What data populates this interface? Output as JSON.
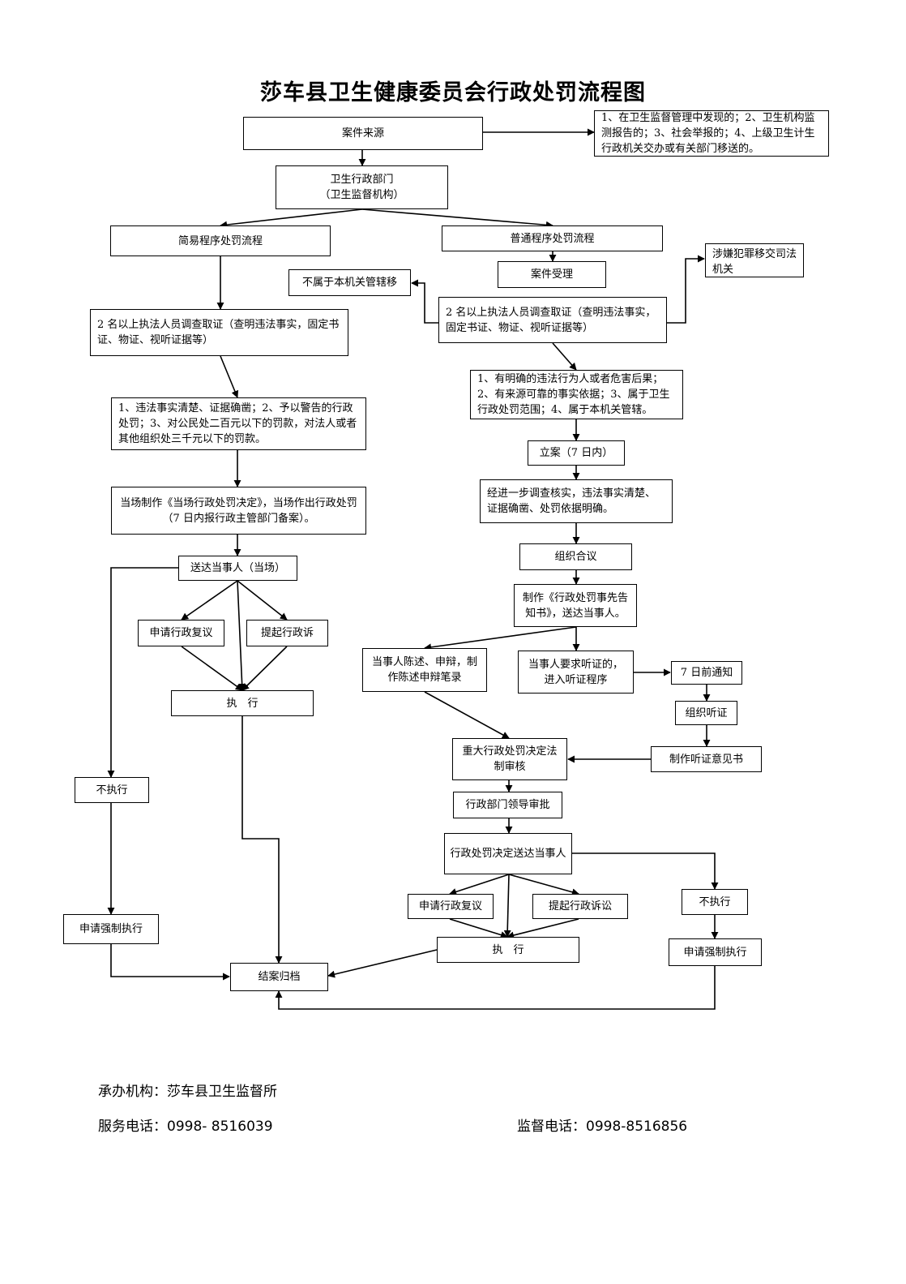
{
  "title": "莎车县卫生健康委员会行政处罚流程图",
  "nodes": {
    "case_source": "案件来源",
    "source_note": "1、在卫生监督管理中发现的；2、卫生机构监测报告的；3、社会举报的；4、上级卫生计生行政机关交办或有关部门移送的。",
    "health_dept": "卫生行政部门\n（卫生监督机构）",
    "simple_flow": "简易程序处罚流程",
    "normal_flow": "普通程序处罚流程",
    "transfer_judicial": "涉嫌犯罪移交司法机关",
    "case_accept": "案件受理",
    "not_jurisdiction": "不属于本机关管辖移",
    "simple_investigate": "2 名以上执法人员调查取证（查明违法事实，固定书证、物证、视听证据等）",
    "normal_investigate": "2 名以上执法人员调查取证（查明违法事实，固定书证、物证、视听证据等）",
    "simple_conditions": "1、违法事实清楚、证据确凿；2、予以警告的行政处罚；3、对公民处二百元以下的罚款，对法人或者其他组织处三千元以下的罚款。",
    "normal_conditions": "1、有明确的违法行为人或者危害后果；2、有来源可靠的事实依据；3、属于卫生行政处罚范围；4、属于本机关管辖。",
    "onsite_decision": "当场制作《当场行政处罚决定》，当场作出行政处罚（7 日内报行政主管部门备案）。",
    "file_case": "立案（7 日内）",
    "further_investigate": "经进一步调查核实，违法事实清楚、证据确凿、处罚依据明确。",
    "serve_onsite": "送达当事人（当场）",
    "collective_review": "组织合议",
    "prior_notice": "制作《行政处罚事先告知书》，送达当事人。",
    "simple_review": "申请行政复议",
    "simple_lawsuit": "提起行政诉",
    "party_statement": "当事人陈述、申辩，制作陈述申辩笔录",
    "hearing_request": "当事人要求听证的，进入听证程序",
    "notice_7days": "7 日前通知",
    "simple_execute": "执　行",
    "organize_hearing": "组织听证",
    "legal_review": "重大行政处罚决定法制审核",
    "hearing_opinion": "制作听证意见书",
    "simple_not_execute": "不执行",
    "leader_approval": "行政部门领导审批",
    "serve_decision": "行政处罚决定送达当事人",
    "normal_review": "申请行政复议",
    "normal_lawsuit": "提起行政诉讼",
    "normal_not_execute": "不执行",
    "simple_enforce": "申请强制执行",
    "normal_execute": "执　行",
    "normal_enforce": "申请强制执行",
    "close_case": "结案归档"
  },
  "footer": {
    "agency": "承办机构：莎车县卫生监督所",
    "service_phone": "服务电话：0998- 8516039",
    "supervise_phone": "监督电话：0998-8516856"
  }
}
